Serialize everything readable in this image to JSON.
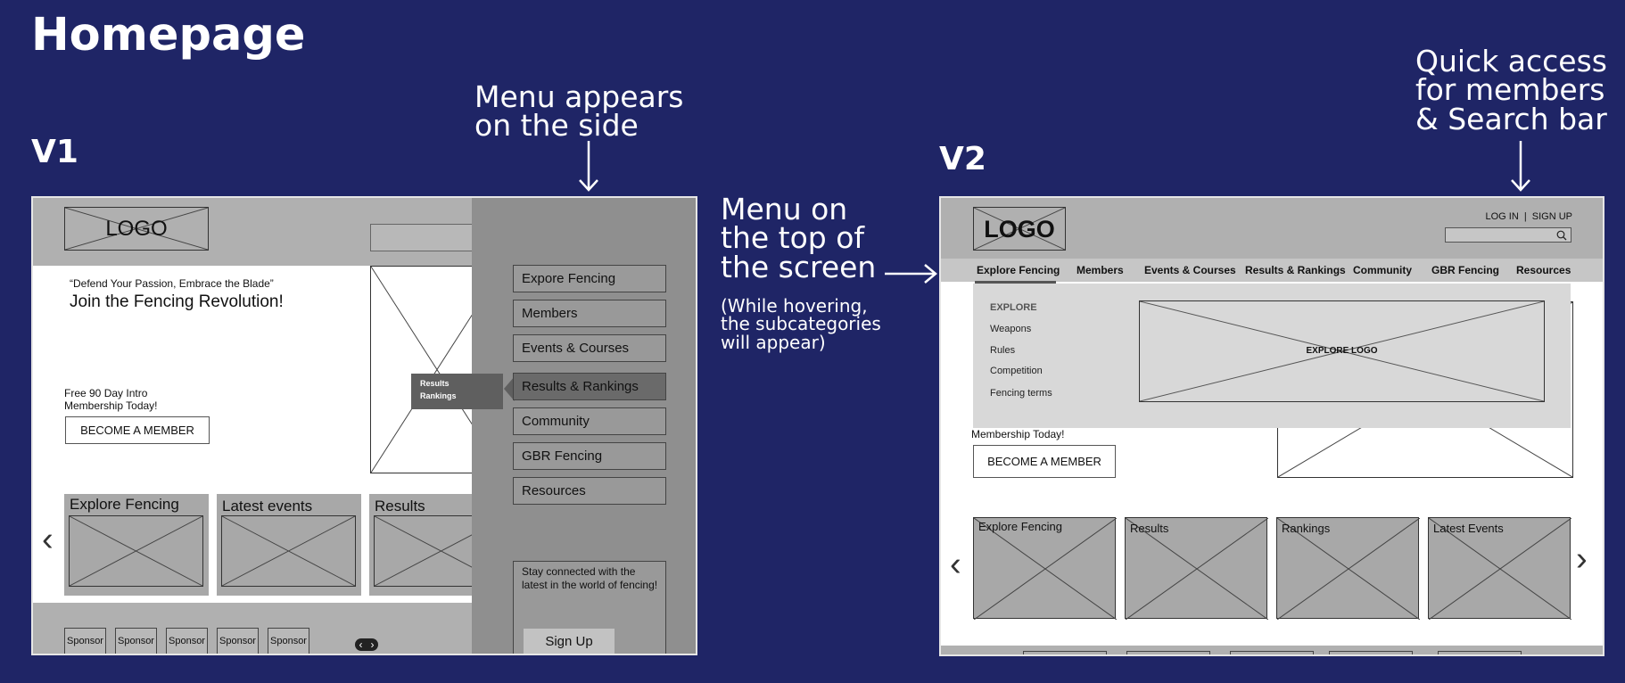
{
  "page": {
    "title": "Homepage"
  },
  "v1": {
    "label": "V1",
    "logo": "LOGO",
    "tagline": "“Defend Your Passion, Embrace the Blade”",
    "headline": "Join the Fencing Revolution!",
    "offer_line1": "Free 90 Day Intro",
    "offer_line2": "Membership Today!",
    "become_member": "BECOME A MEMBER",
    "hover_tag_line1": "Results",
    "hover_tag_line2": "Rankings",
    "menu": [
      "Expore Fencing",
      "Members",
      "Events & Courses",
      "Results & Rankings",
      "Community",
      "GBR Fencing",
      "Resources"
    ],
    "newsletter_text": "Stay connected with the latest in the world of fencing!",
    "signup": "Sign Up",
    "cards": [
      "Explore Fencing",
      "Latest events",
      "Results"
    ],
    "sponsors": [
      "Sponsor",
      "Sponsor",
      "Sponsor",
      "Sponsor",
      "Sponsor"
    ],
    "carousel_left": "‹",
    "pager_left": "‹",
    "pager_right": "›"
  },
  "v2": {
    "label": "V2",
    "logo": "LOGO",
    "login": "LOG IN",
    "signup": "SIGN UP",
    "nav": [
      "Explore Fencing",
      "Members",
      "Events & Courses",
      "Results & Rankings",
      "Community",
      "GBR Fencing",
      "Resources"
    ],
    "dropdown_heading": "EXPLORE",
    "dropdown_items": [
      "Weapons",
      "Rules",
      "Competition",
      "Fencing terms"
    ],
    "dropdown_image_label": "EXPLORE LOGO",
    "membership_today": "Membership Today!",
    "become_member": "BECOME A MEMBER",
    "cards": [
      "Explore Fencing",
      "Results",
      "Rankings",
      "Latest Events"
    ],
    "carousel_left": "‹",
    "carousel_right": "›"
  },
  "annotations": {
    "side_menu_line1": "Menu appears",
    "side_menu_line2": "on the side",
    "top_menu_line1": "Menu on",
    "top_menu_line2": "the top of",
    "top_menu_line3": "the screen",
    "hover_line1": "(While hovering,",
    "hover_line2": "the subcategories",
    "hover_line3": "will appear)",
    "quick_line1": "Quick access",
    "quick_line2": "for members",
    "quick_line3": "& Search bar"
  }
}
